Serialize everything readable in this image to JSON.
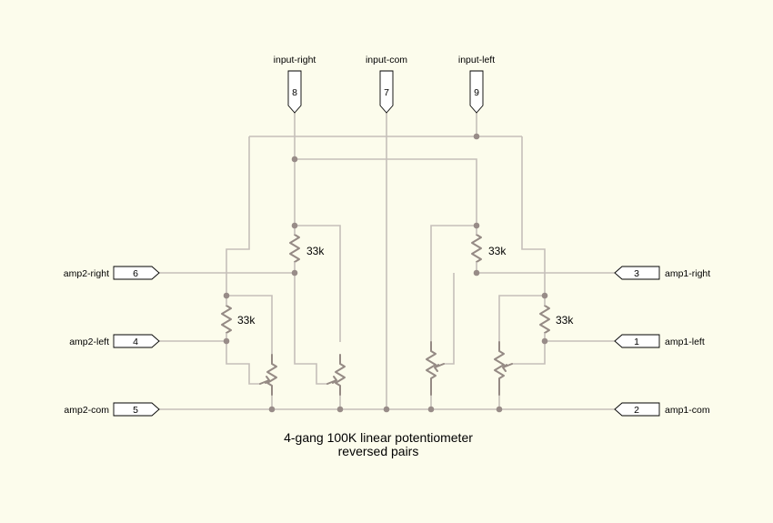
{
  "ports": {
    "input_right": {
      "label": "input-right",
      "number": "8"
    },
    "input_com": {
      "label": "input-com",
      "number": "7"
    },
    "input_left": {
      "label": "input-left",
      "number": "9"
    },
    "amp2_right": {
      "label": "amp2-right",
      "number": "6"
    },
    "amp2_left": {
      "label": "amp2-left",
      "number": "4"
    },
    "amp2_com": {
      "label": "amp2-com",
      "number": "5"
    },
    "amp1_right": {
      "label": "amp1-right",
      "number": "3"
    },
    "amp1_left": {
      "label": "amp1-left",
      "number": "1"
    },
    "amp1_com": {
      "label": "amp1-com",
      "number": "2"
    }
  },
  "resistors": {
    "r_in_right": {
      "value": "33k"
    },
    "r_amp1_right": {
      "value": "33k"
    },
    "r_amp2_left": {
      "value": "33k"
    },
    "r_amp1_left": {
      "value": "33k"
    }
  },
  "caption": {
    "line1": "4-gang 100K linear potentiometer",
    "line2": "reversed pairs"
  },
  "colors": {
    "background": "#fcfcec",
    "wire": "#c5bfb9",
    "component": "#958a84",
    "junction": "#988c88"
  }
}
